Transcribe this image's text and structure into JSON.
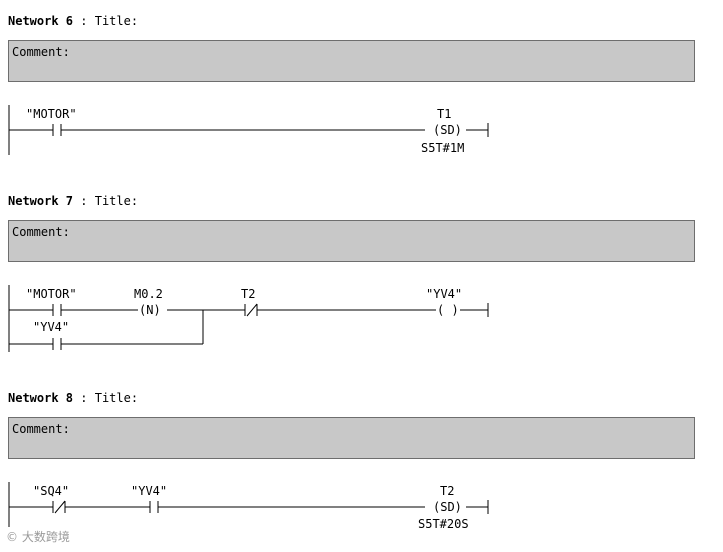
{
  "networks": [
    {
      "label": "Network 6",
      "title_label": ": Title:",
      "comment_label": "Comment:",
      "rung": {
        "contact1": "\"MOTOR\"",
        "coil_name": "T1",
        "coil_type": "(SD)",
        "coil_param": "S5T#1M"
      }
    },
    {
      "label": "Network 7",
      "title_label": ": Title:",
      "comment_label": "Comment:",
      "rung": {
        "contact1": "\"MOTOR\"",
        "edge_name": "M0.2",
        "edge_type": "(N)",
        "contact_t2": "T2",
        "branch_contact": "\"YV4\"",
        "coil_name": "\"YV4\"",
        "coil_type": "( )"
      }
    },
    {
      "label": "Network 8",
      "title_label": ": Title:",
      "comment_label": "Comment:",
      "rung": {
        "contact1": "\"SQ4\"",
        "contact2": "\"YV4\"",
        "coil_name": "T2",
        "coil_type": "(SD)",
        "coil_param": "S5T#20S"
      }
    }
  ],
  "watermark": "© 大数跨境"
}
